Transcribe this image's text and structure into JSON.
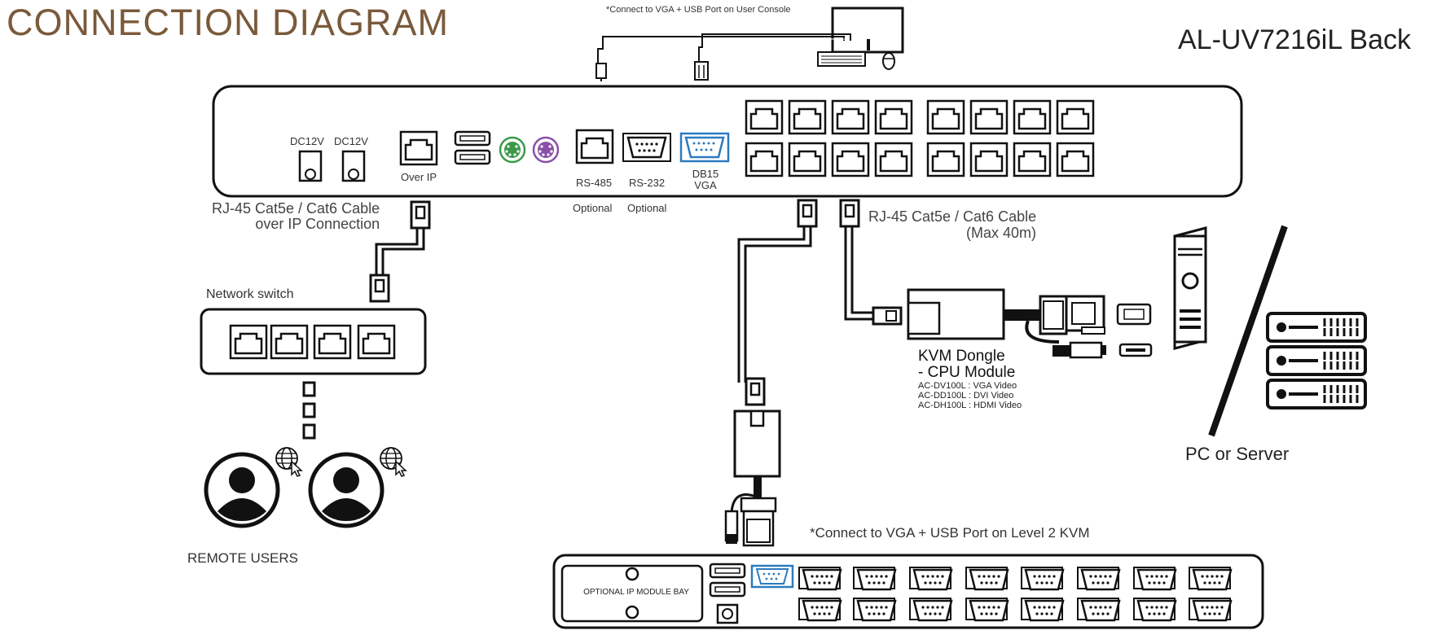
{
  "header": {
    "title": "CONNECTION DIAGRAM",
    "model": "AL-UV7216iL Back"
  },
  "notes": {
    "user_console": "*Connect to VGA + USB Port on User Console",
    "level2": "*Connect to VGA + USB Port on Level 2 KVM"
  },
  "back_panel": {
    "dc1": "DC12V",
    "dc2": "DC12V",
    "over_ip": "Over IP",
    "rs485": "RS-485",
    "rs232": "RS-232",
    "db15_line1": "DB15",
    "db15_line2": "VGA",
    "optional1": "Optional",
    "optional2": "Optional"
  },
  "cables": {
    "ip_cable": "RJ-45 Cat5e / Cat6 Cable\nover IP Connection",
    "cpu_cable_line1": "RJ-45 Cat5e / Cat6 Cable",
    "cpu_cable_line2": "(Max 40m)"
  },
  "network": {
    "switch_label": "Network switch",
    "remote_users": "REMOTE USERS"
  },
  "dongle": {
    "title_line1": "KVM Dongle",
    "title_line2": "- CPU Module",
    "models": [
      "AC-DV100L : VGA Video",
      "AC-DD100L : DVI Video",
      "AC-DH100L : HDMI Video"
    ]
  },
  "pc": {
    "label": "PC or Server"
  },
  "level2_kvm": {
    "ip_bay": "OPTIONAL IP MODULE BAY"
  },
  "colors": {
    "title": "#7a5a3b",
    "stroke": "#111111",
    "vga_blue": "#2b7bbf",
    "ps2_green": "#3a9a4a",
    "ps2_purple": "#8a4fa8"
  }
}
